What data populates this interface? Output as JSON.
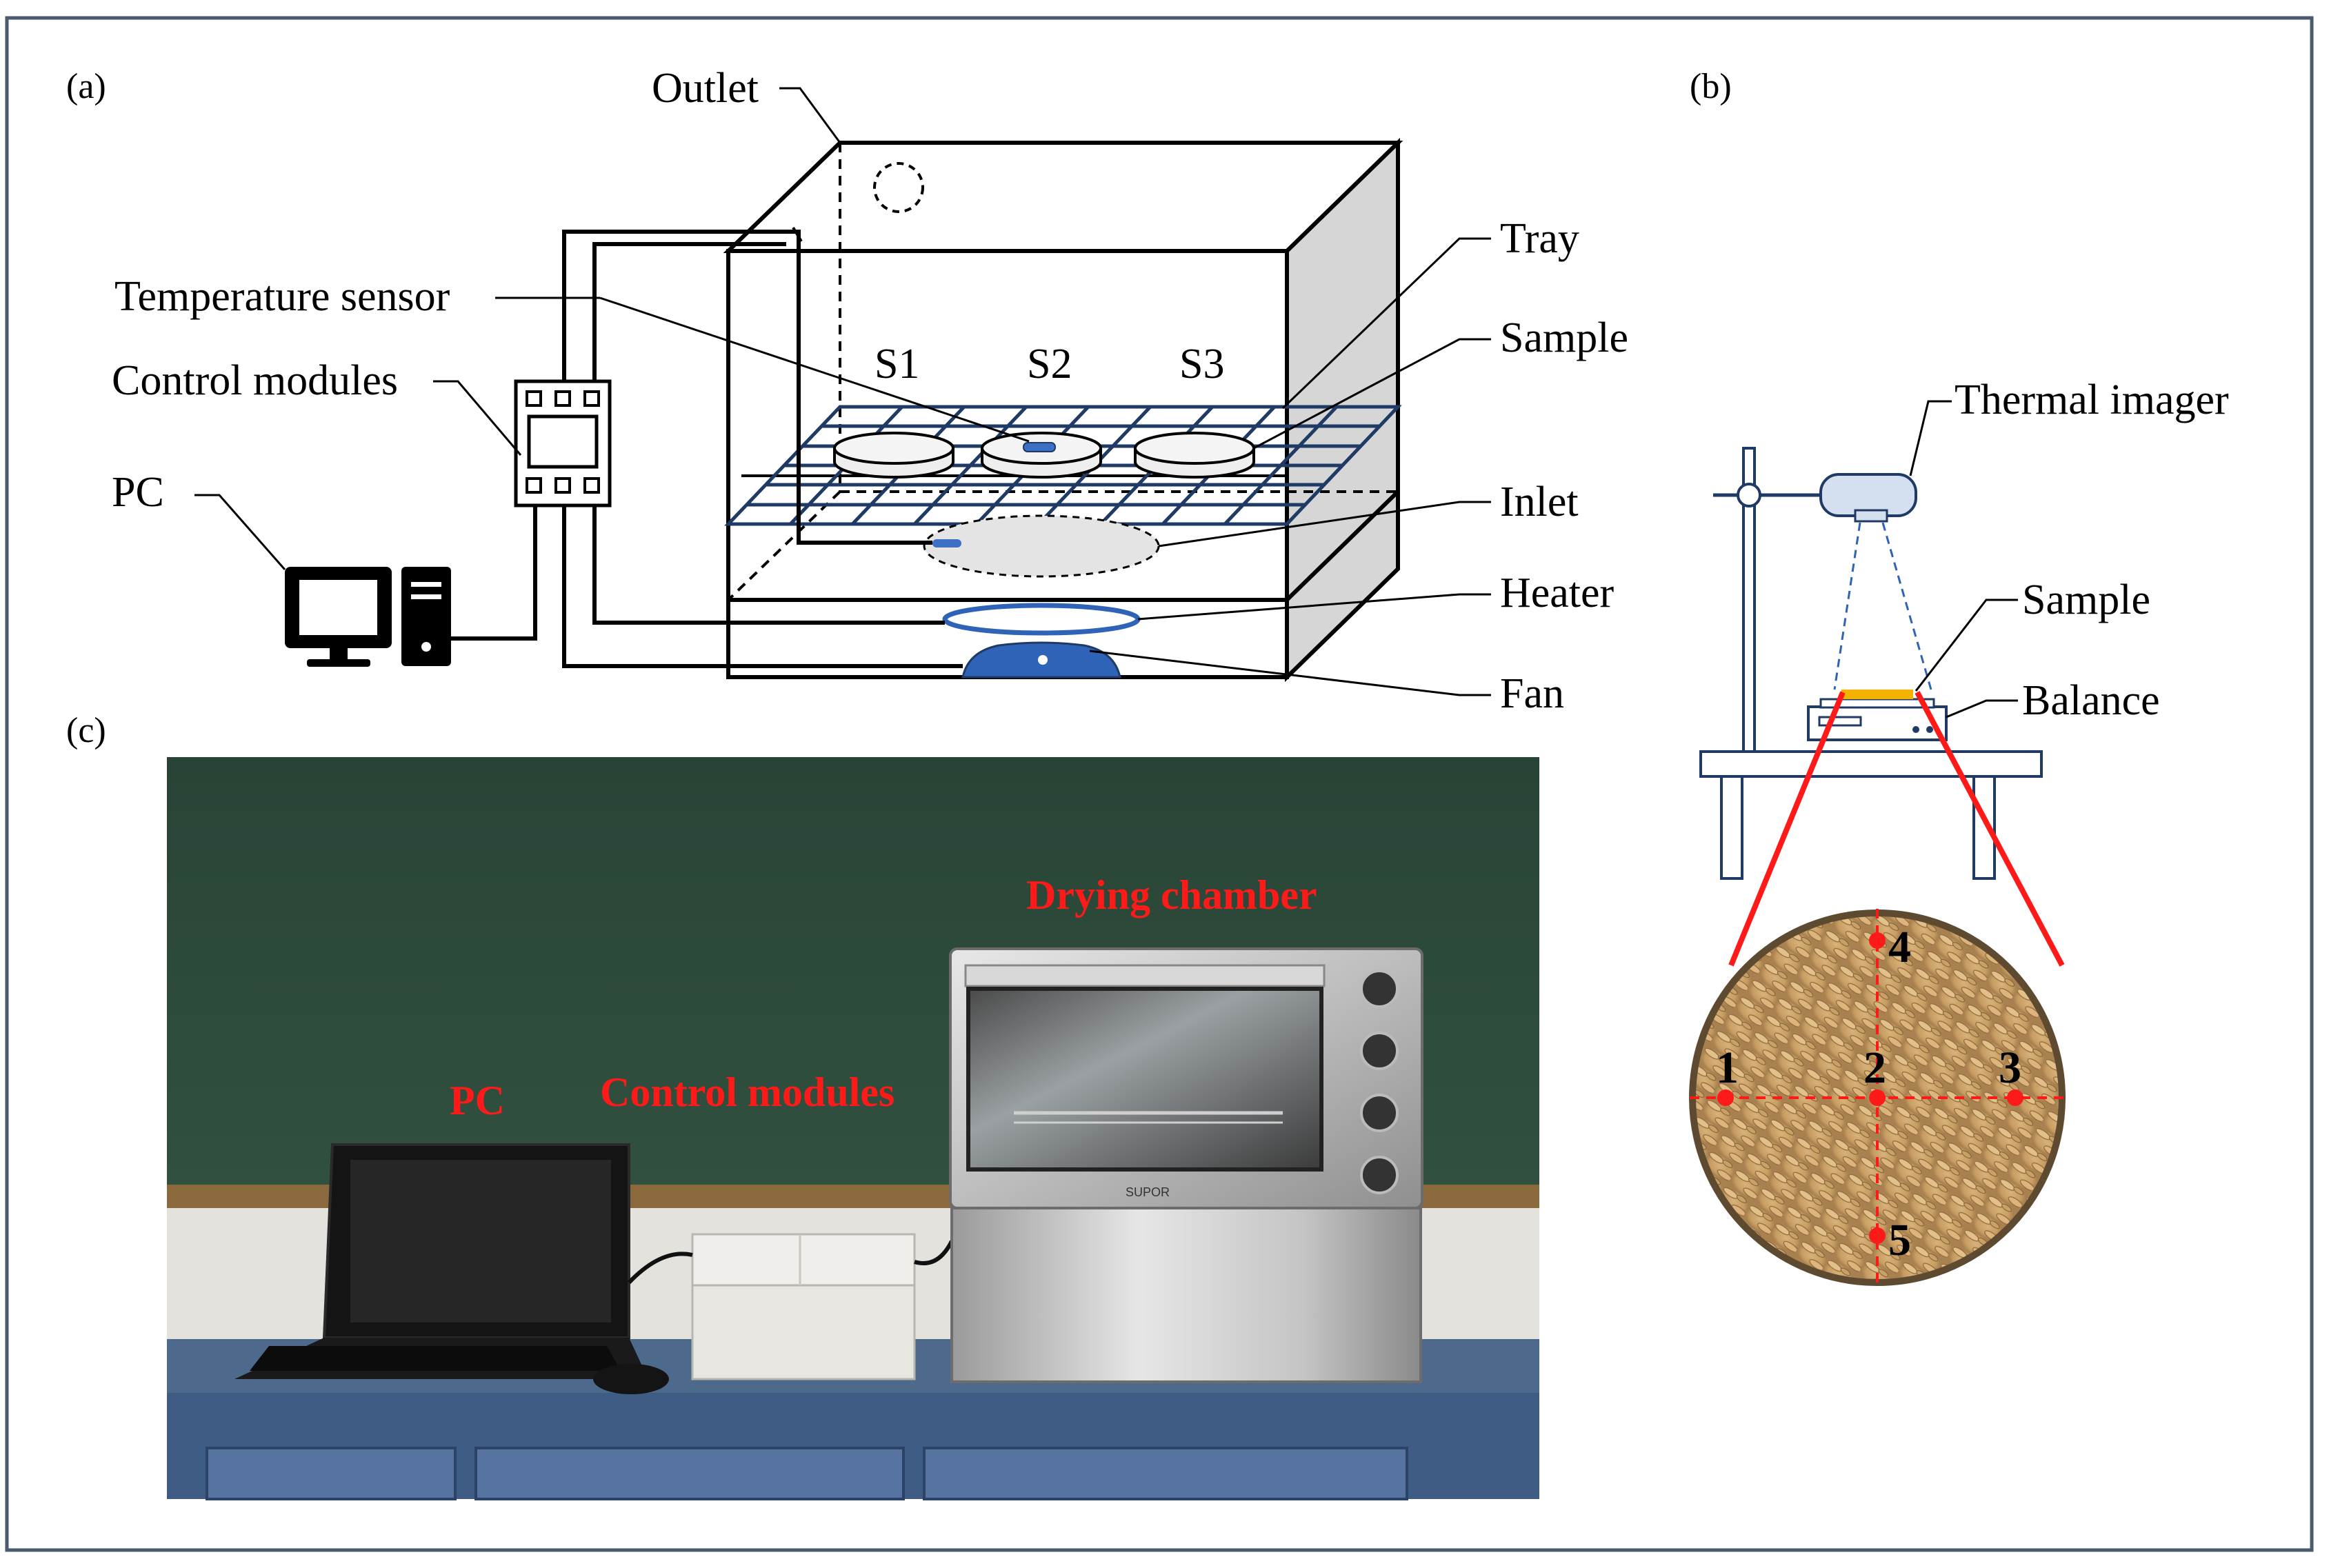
{
  "panels": {
    "a": "(a)",
    "b": "(b)",
    "c": "(c)"
  },
  "schematic_a": {
    "outlet": "Outlet",
    "tray": "Tray",
    "sample": "Sample",
    "temperature_sensor": "Temperature sensor",
    "control_modules": "Control modules",
    "pc": "PC",
    "s1": "S1",
    "s2": "S2",
    "s3": "S3",
    "inlet": "Inlet",
    "heater": "Heater",
    "fan": "Fan"
  },
  "schematic_b": {
    "thermal_imager": "Thermal imager",
    "sample": "Sample",
    "balance": "Balance",
    "points": [
      "1",
      "2",
      "3",
      "4",
      "5"
    ]
  },
  "photo_c": {
    "drying_chamber": "Drying chamber",
    "pc": "PC",
    "control_modules": "Control modules",
    "oven_brand": "SUPOR"
  },
  "colors": {
    "frame": "#4b5a6e",
    "fan_blue": "#2f63b8",
    "sensor_blue": "#3d6fc4",
    "grid_navy": "#1f3a64",
    "imager_fill": "#d4dff0",
    "annotation_red": "#ff1a1a",
    "sample_yellow": "#f2b400",
    "chalkboard": "#2c4a3c",
    "desk_blue": "#4d6a8c"
  }
}
